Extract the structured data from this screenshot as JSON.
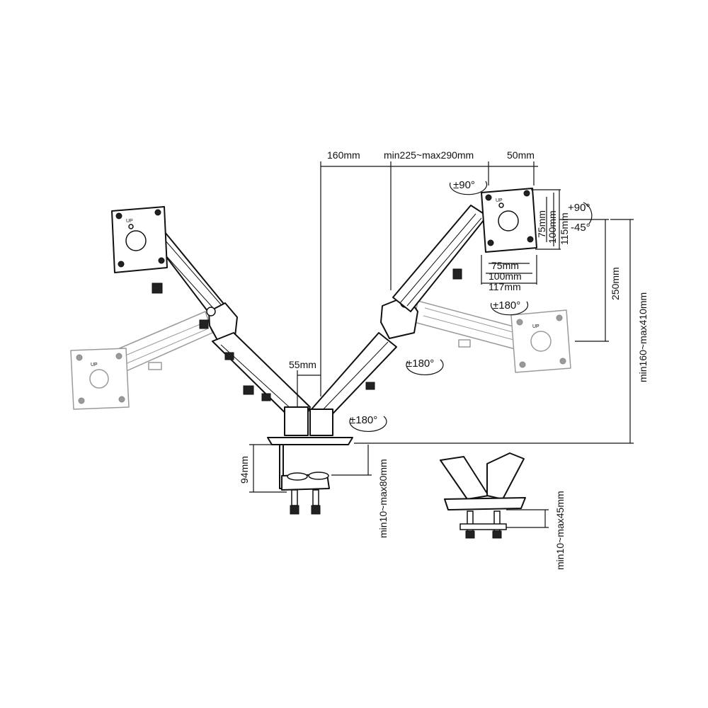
{
  "dimensions": {
    "arm_offset": "160mm",
    "arm_length": "min225~max290mm",
    "head_depth": "50mm",
    "base_post": "55mm",
    "height_travel": "250mm",
    "total_height": "min160~max410mm",
    "clamp_height": "94mm",
    "clamp_thickness": "min10~max80mm",
    "grommet_thickness": "min10~max45mm"
  },
  "vesa": {
    "v75": "75mm",
    "v100": "100mm",
    "v115": "115mm",
    "h75": "75mm",
    "h100": "100mm",
    "h117": "117mm"
  },
  "rotations": {
    "swivel_90": "±90°",
    "tilt_up": "+90°",
    "tilt_down": "-45°",
    "head_swivel": "±180°",
    "elbow_swivel": "±180°",
    "base_swivel": "±180°"
  },
  "plate_marks": {
    "up_label": "UP"
  },
  "colors": {
    "line": "#111111",
    "ghost": "#9a9a9a",
    "background": "#ffffff"
  }
}
